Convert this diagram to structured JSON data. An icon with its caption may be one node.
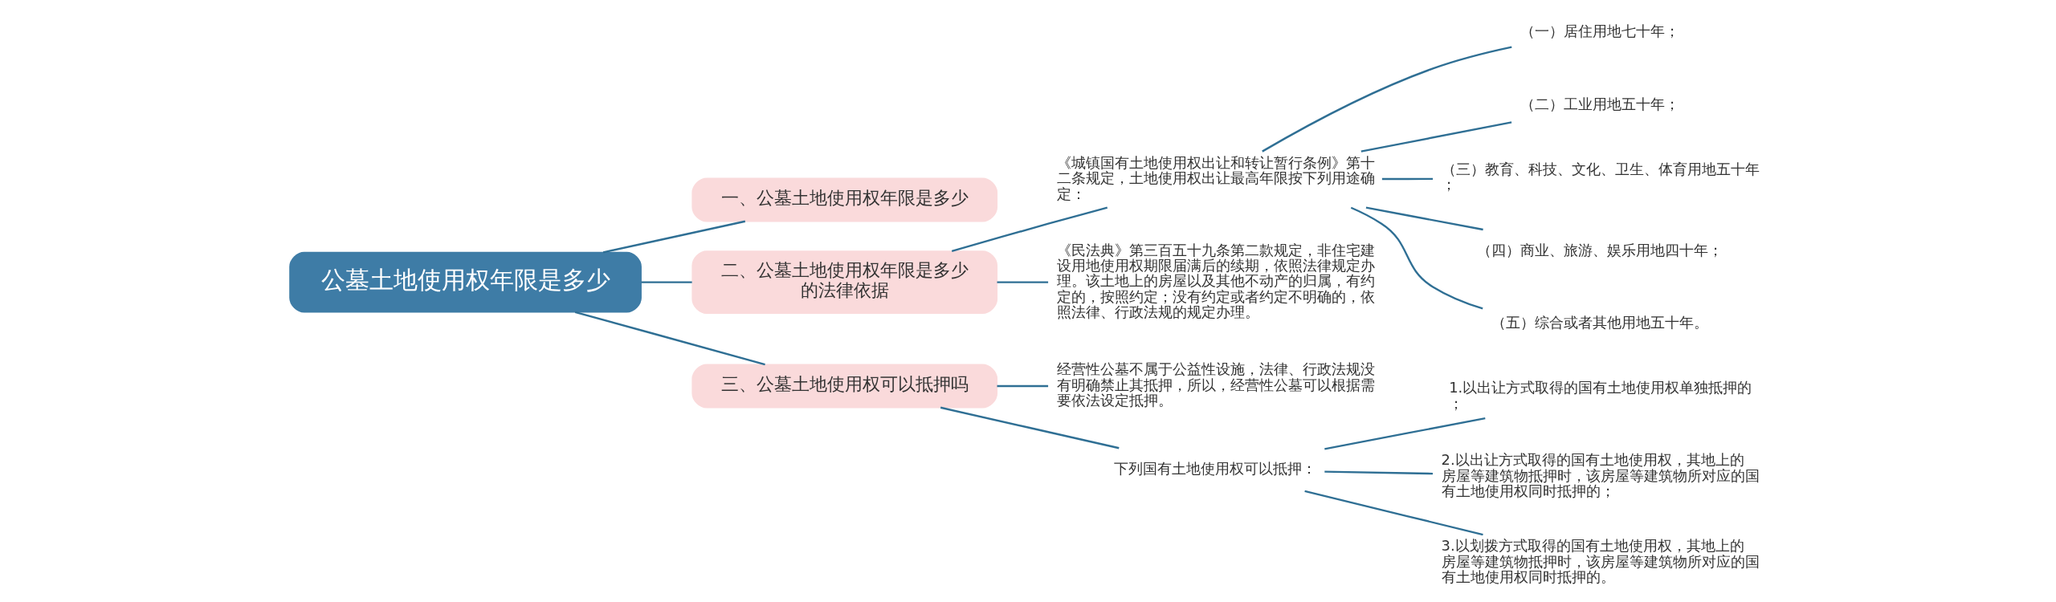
{
  "diagram": {
    "nodes": [
      {
        "text": [
          "公墓土地使用权年限是多少"
        ]
      },
      {
        "text": [
          "一、公墓土地使用权年限是多少"
        ]
      },
      {
        "text": [
          "二、公墓土地使用权年限是多少的法律依据"
        ]
      },
      {
        "text": [
          "《城镇国有土地使用权出让和转让暂行条例》第十二条规定，土地使用权出让最高年限按下列用途确定："
        ]
      },
      {
        "text": [
          "（一）居住用地七十年；"
        ]
      },
      {
        "text": [
          "（二）工业用地五十年；"
        ]
      },
      {
        "text": [
          "（三）教育、科技、文化、卫生、体育用地五十年；"
        ]
      },
      {
        "text": [
          "（四）商业、旅游、娱乐用地四十年；"
        ]
      },
      {
        "text": [
          "（五）综合或者其他用地五十年。"
        ]
      },
      {
        "text": [
          "《民法典》第三百五十九条第二款规定，非住宅建设用地使用权期限届满后的续期，依照法律规定办理。该土地上的房屋以及其他不动产的归属，有约定的，按照约定；没有约定或者约定不明确的，依照法律、行政法规的规定办理。"
        ]
      },
      {
        "text": [
          "三、公墓土地使用权可以抵押吗"
        ]
      },
      {
        "text": [
          "经营性公墓不属于公益性设施，法律、行政法规没有明确禁止其抵押，所以，经营性公墓可以根据需要依法设定抵押。"
        ]
      },
      {
        "text": [
          "下列国有土地使用权可以抵押："
        ]
      },
      {
        "text": [
          "1.以出让方式取得的国有土地使用权单独抵押的；"
        ]
      },
      {
        "text": [
          "2.以出让方式取得的国有土地使用权，其地上的房屋等建筑物抵押时，该房屋等建筑物所对应的国有土地使用权同时抵押的；"
        ]
      },
      {
        "text": [
          "3.以划拨方式取得的国有土地使用权，其地上的房屋等建筑物抵押时，该房屋等建筑物所对应的国有土地使用权同时抵押的。"
        ]
      }
    ],
    "edges": [
      {
        "from": 0,
        "to": 1,
        "arrow": "none"
      },
      {
        "from": 0,
        "to": 2,
        "arrow": "none"
      },
      {
        "from": 2,
        "to": 3,
        "arrow": "none"
      },
      {
        "from": 3,
        "to": 4,
        "arrow": "none"
      },
      {
        "from": 3,
        "to": 5,
        "arrow": "none"
      },
      {
        "from": 3,
        "to": 6,
        "arrow": "none"
      },
      {
        "from": 3,
        "to": 7,
        "arrow": "none"
      },
      {
        "from": 3,
        "to": 8,
        "arrow": "none"
      },
      {
        "from": 2,
        "to": 9,
        "arrow": "none"
      },
      {
        "from": 0,
        "to": 10,
        "arrow": "none"
      },
      {
        "from": 10,
        "to": 11,
        "arrow": "none"
      },
      {
        "from": 10,
        "to": 12,
        "arrow": "none"
      },
      {
        "from": 12,
        "to": 13,
        "arrow": "none"
      },
      {
        "from": 12,
        "to": 14,
        "arrow": "none"
      },
      {
        "from": 12,
        "to": 15,
        "arrow": "none"
      }
    ]
  }
}
